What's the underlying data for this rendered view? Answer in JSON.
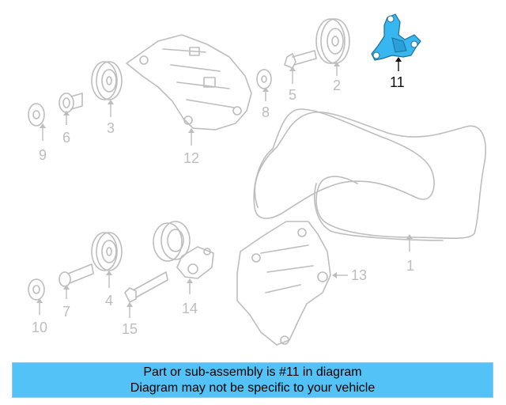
{
  "colors": {
    "highlight": "#38b6f0",
    "banner": "#52c2f7",
    "line_art": "#bdbdbd",
    "highlight_label": "#111111"
  },
  "diagram": {
    "callouts": [
      "1",
      "2",
      "3",
      "4",
      "5",
      "6",
      "7",
      "8",
      "9",
      "10",
      "11",
      "12",
      "13",
      "14",
      "15"
    ],
    "highlighted_part": "11"
  },
  "banner": {
    "line1": "Part or sub-assembly is #11 in diagram",
    "line2": "Diagram may not be specific to your vehicle"
  }
}
